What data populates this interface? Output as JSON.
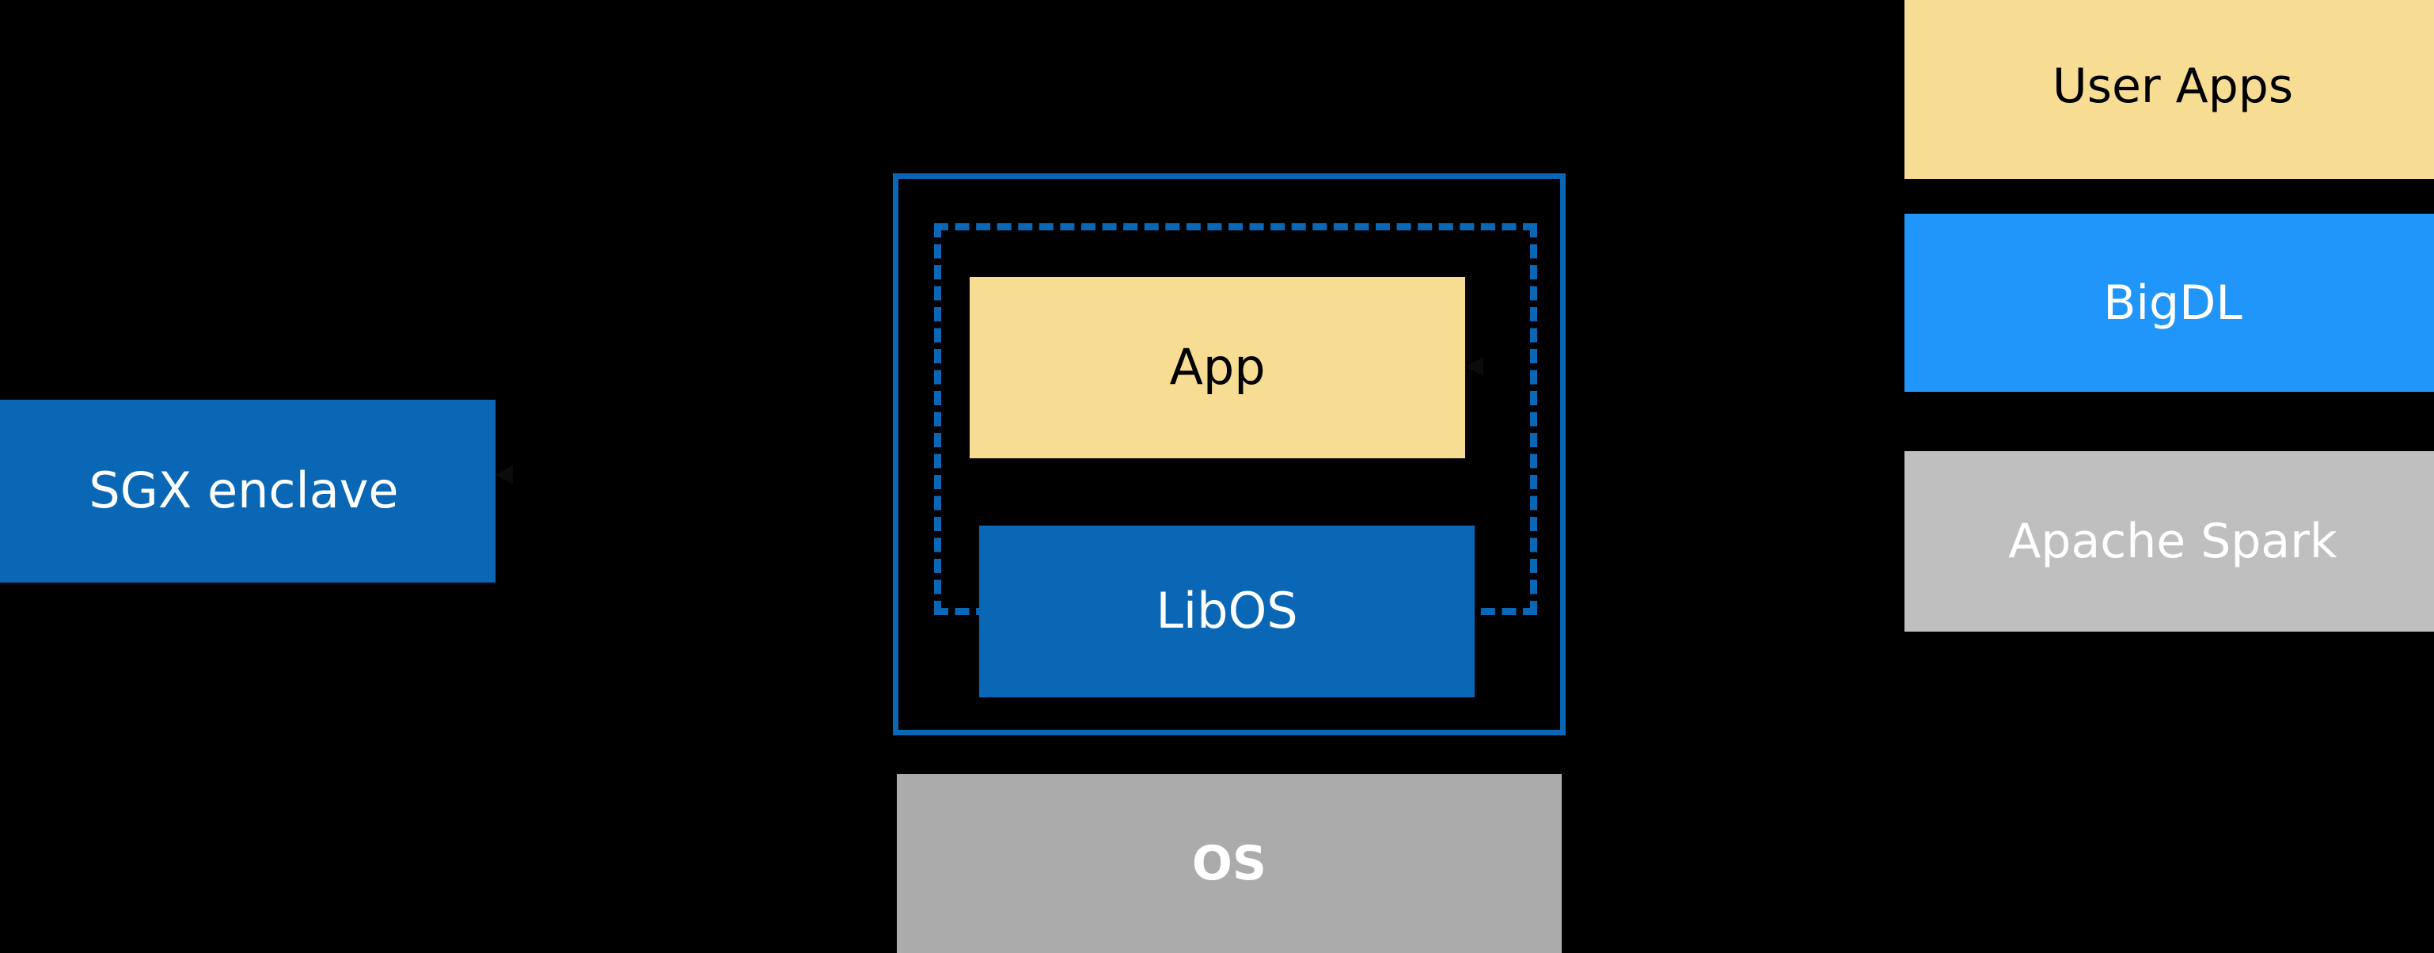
{
  "diagram": {
    "background_color": "#000000",
    "title_present": false,
    "palette": {
      "enclave_blue": "#0A67B5",
      "bigdl_blue": "#2196FA",
      "app_yellow": "#F7DC94",
      "os_gray": "#ABABAB",
      "spark_gray": "#BFBFBF",
      "white_text": "#FFFFFF",
      "black_text": "#000000"
    },
    "left": {
      "sgx_enclave_label": "SGX enclave"
    },
    "center": {
      "app_label": "App",
      "libos_label": "LibOS",
      "os_label": "OS",
      "outer_border_style": "solid",
      "inner_border_style": "dashed"
    },
    "right_stack": {
      "items": [
        {
          "label": "User Apps",
          "fill": "#F7DC94",
          "text_color": "#000000"
        },
        {
          "label": "BigDL",
          "fill": "#2196FA",
          "text_color": "#FFFFFF"
        },
        {
          "label": "Apache Spark",
          "fill": "#BFBFBF",
          "text_color": "#FFFFFF"
        }
      ]
    },
    "connectors": [
      {
        "name": "sgx-to-enclave",
        "from": "SGX enclave",
        "to": "enclave-outer",
        "style": "arrow"
      },
      {
        "name": "user-apps-to-app",
        "from": "User Apps",
        "to": "App",
        "style": "arrow"
      }
    ]
  }
}
